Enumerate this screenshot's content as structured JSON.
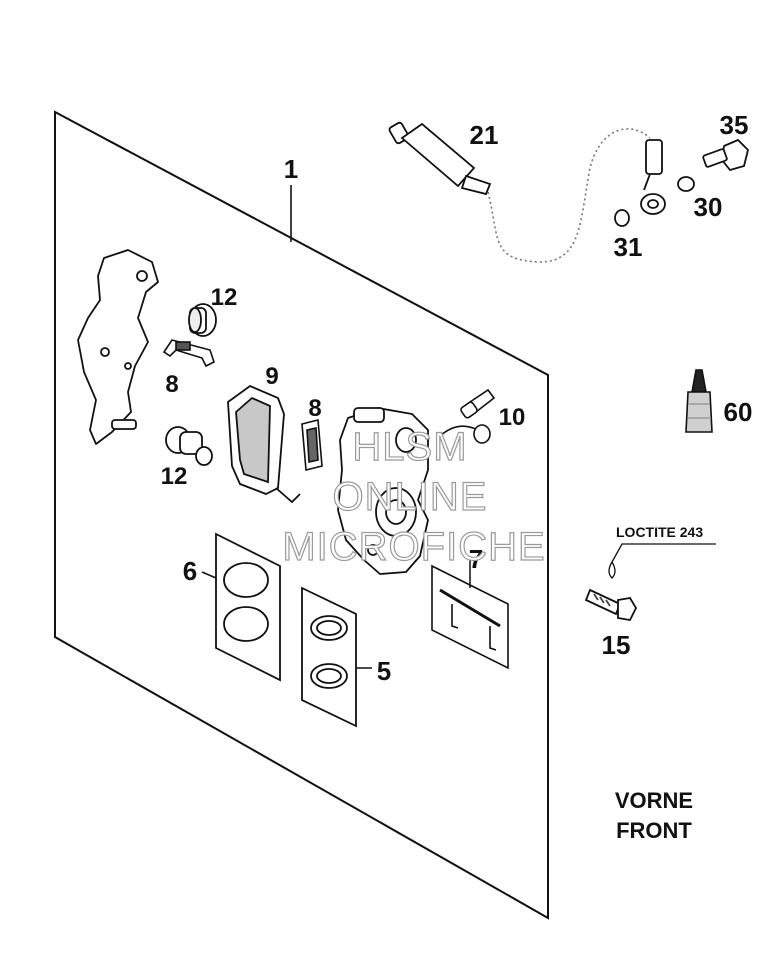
{
  "callouts": {
    "c1": "1",
    "c21": "21",
    "c35": "35",
    "c30": "30",
    "c31": "31",
    "c12a": "12",
    "c12b": "12",
    "c8a": "8",
    "c8b": "8",
    "c9": "9",
    "c10": "10",
    "c60": "60",
    "c6": "6",
    "c5": "5",
    "c7": "7",
    "c15": "15"
  },
  "loctite_note": "LOCTITE 243",
  "orientation": {
    "line1": "VORNE",
    "line2": "FRONT"
  },
  "watermark": {
    "line1": "HLSM",
    "line2": "ONLINE",
    "line3": "MICROFICHE"
  }
}
